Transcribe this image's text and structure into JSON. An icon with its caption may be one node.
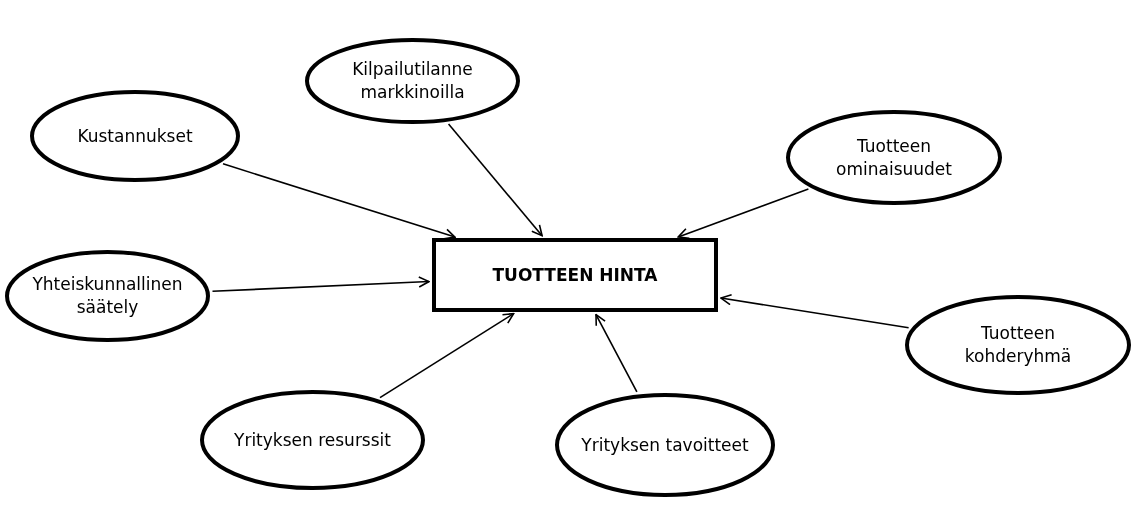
{
  "diagram": {
    "nodes": [
      {
        "text": [
          "Kilpailutilanne markkinoilla"
        ]
      },
      {
        "text": [
          "Kustannukset"
        ]
      },
      {
        "text": [
          "Tuotteen ominaisuudet"
        ]
      },
      {
        "text": [
          "Yhteiskunnallinen säätely"
        ]
      },
      {
        "text": [
          "TUOTTEEN HINTA"
        ]
      },
      {
        "text": [
          "Tuotteen kohderyhmä"
        ]
      },
      {
        "text": [
          "Yrityksen resurssit"
        ]
      },
      {
        "text": [
          "Yrityksen tavoitteet"
        ]
      }
    ],
    "edges": [
      {
        "from": 0,
        "to": 4,
        "arrow": "to"
      },
      {
        "from": 1,
        "to": 4,
        "arrow": "to"
      },
      {
        "from": 2,
        "to": 4,
        "arrow": "to"
      },
      {
        "from": 3,
        "to": 4,
        "arrow": "to"
      },
      {
        "from": 5,
        "to": 4,
        "arrow": "to"
      },
      {
        "from": 6,
        "to": 4,
        "arrow": "to"
      },
      {
        "from": 7,
        "to": 4,
        "arrow": "to"
      }
    ]
  }
}
